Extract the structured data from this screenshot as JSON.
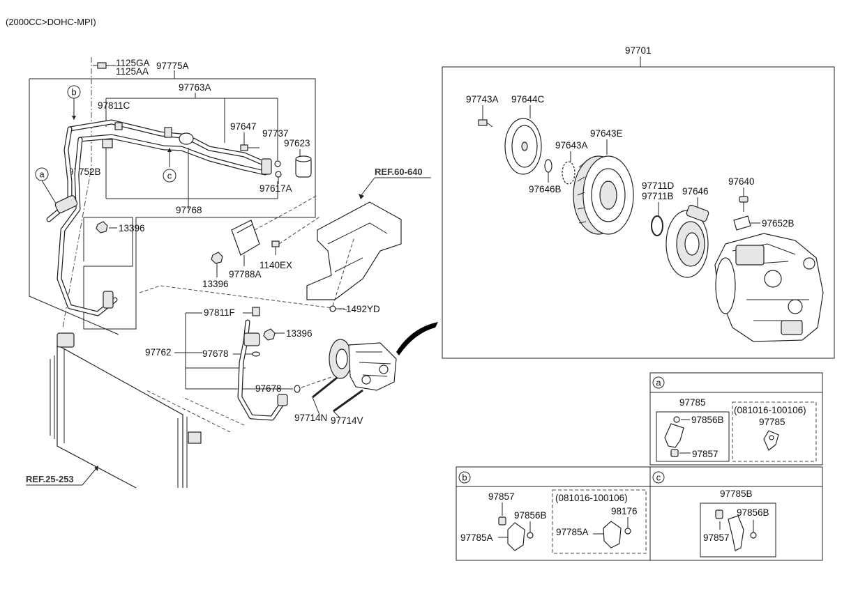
{
  "header": {
    "engine_spec": "(2000CC>DOHC-MPI)"
  },
  "refs": {
    "ref_fender": "REF.60-640",
    "ref_condenser": "REF.25-253"
  },
  "hose_assembly": {
    "bolt_a": "1125GA",
    "bolt_b": "1125AA",
    "assembly": "97775A",
    "discharge_hose": "97763A",
    "valve_cap": "97811C",
    "bracket": "97752B",
    "suction_hose": "97768",
    "bolt": "97647",
    "o_ring": "97737",
    "o_ring_2": "97617A",
    "sensor": "97623",
    "nut": "13396",
    "nut_2": "13396",
    "bracket_2": "97788A",
    "bolt_2": "1140EX",
    "grommet": "1492YD",
    "callouts": {
      "a": "a",
      "b": "b",
      "c": "c"
    }
  },
  "liquid_line": {
    "assembly": "97762",
    "valve_cap": "97811F",
    "nut": "13396",
    "o_ring": "97678",
    "o_ring_2": "97678",
    "bolt_n": "97714N",
    "bolt_v": "97714V"
  },
  "compressor": {
    "assembly": "97701",
    "bolt": "97743A",
    "pulley_cover": "97644C",
    "pulley": "97643E",
    "snap_ring": "97643A",
    "shim": "97646B",
    "snap_ring_d": "97711D",
    "snap_ring_b": "97711B",
    "field_coil": "97646",
    "valve": "97640",
    "bracket": "97652B"
  },
  "detail_a": {
    "callout": "a",
    "clamp": "97785",
    "clamp_part": "97856B",
    "rubber": "97857",
    "variant_range": "(081016-100106)",
    "variant_clamp": "97785"
  },
  "detail_b": {
    "callout": "b",
    "rubber": "97857",
    "clamp_part": "97856B",
    "clamp": "97785A",
    "variant_range": "(081016-100106)",
    "variant_part": "98176",
    "variant_clamp": "97785A"
  },
  "detail_c": {
    "callout": "c",
    "clamp": "97785B",
    "clamp_part": "97856B",
    "rubber": "97857"
  }
}
